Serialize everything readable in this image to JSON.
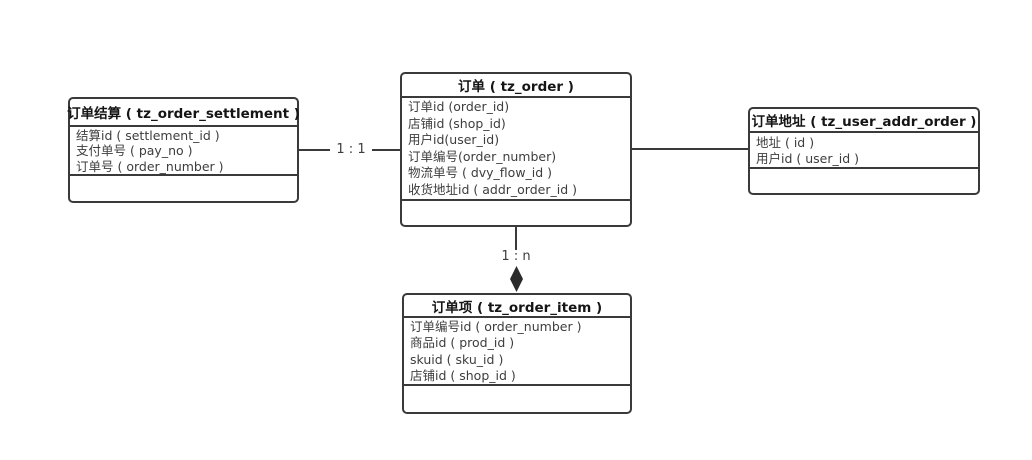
{
  "diagram": {
    "background_color": "#ffffff",
    "line_color": "#3a3a3a",
    "text_color": "#3d3d3d",
    "tables": [
      {
        "id": "order_settlement",
        "title": "订单结算 ( tz_order_settlement )",
        "fields": [
          "结算id ( settlement_id )",
          "支付单号 ( pay_no )",
          "订单号 ( order_number )"
        ]
      },
      {
        "id": "order",
        "title": "订单 ( tz_order )",
        "fields": [
          "订单id (order_id)",
          "店铺id (shop_id)",
          "用户id(user_id)",
          "订单编号(order_number)",
          "物流单号 ( dvy_flow_id )",
          "收货地址id ( addr_order_id )"
        ]
      },
      {
        "id": "user_addr_order",
        "title": "订单地址 ( tz_user_addr_order )",
        "fields": [
          "地址 ( id )",
          "用户id ( user_id )"
        ]
      },
      {
        "id": "order_item",
        "title": "订单项 ( tz_order_item )",
        "fields": [
          "订单编号id ( order_number )",
          "商品id ( prod_id )",
          "skuid ( sku_id )",
          "店铺id ( shop_id )"
        ]
      }
    ],
    "connectors": {
      "settlement_order_label": "1 : 1",
      "order_item_label": "1 : n",
      "order_item_arrow": "filled-diamond"
    }
  }
}
